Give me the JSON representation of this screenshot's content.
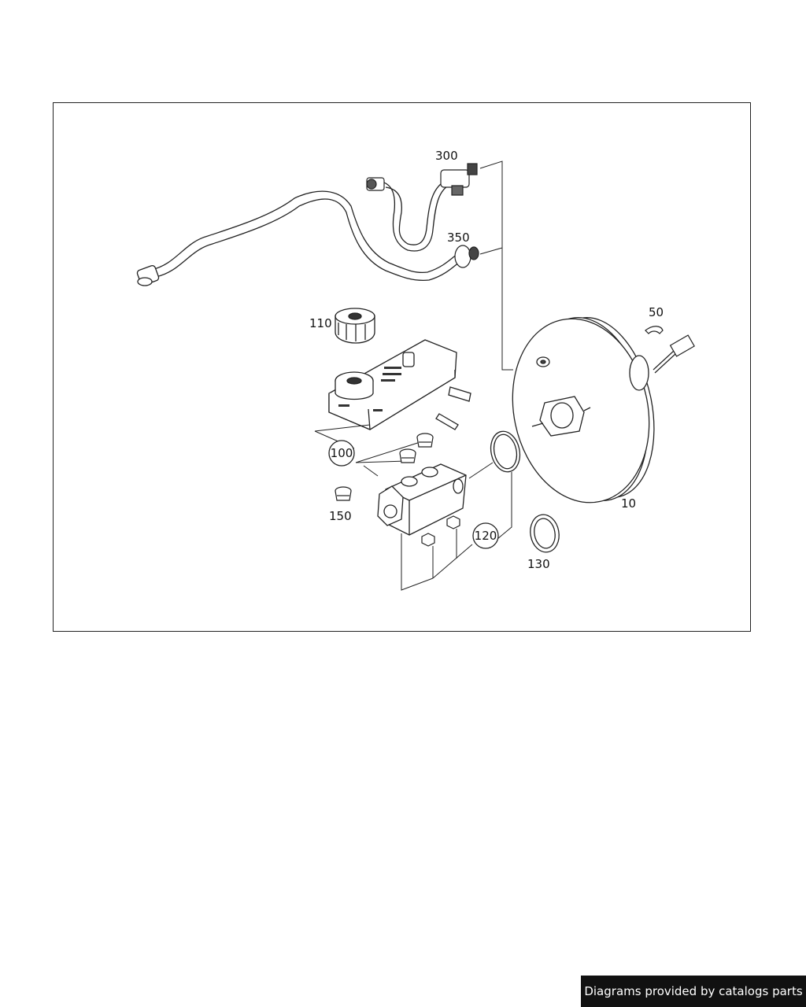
{
  "diagram": {
    "callouts": {
      "c300": "300",
      "c350": "350",
      "c110": "110",
      "c50": "50",
      "c100": "100",
      "c150": "150",
      "c10": "10",
      "c120": "120",
      "c130": "130"
    }
  },
  "footer": {
    "credit": "Diagrams provided by catalogs parts"
  }
}
